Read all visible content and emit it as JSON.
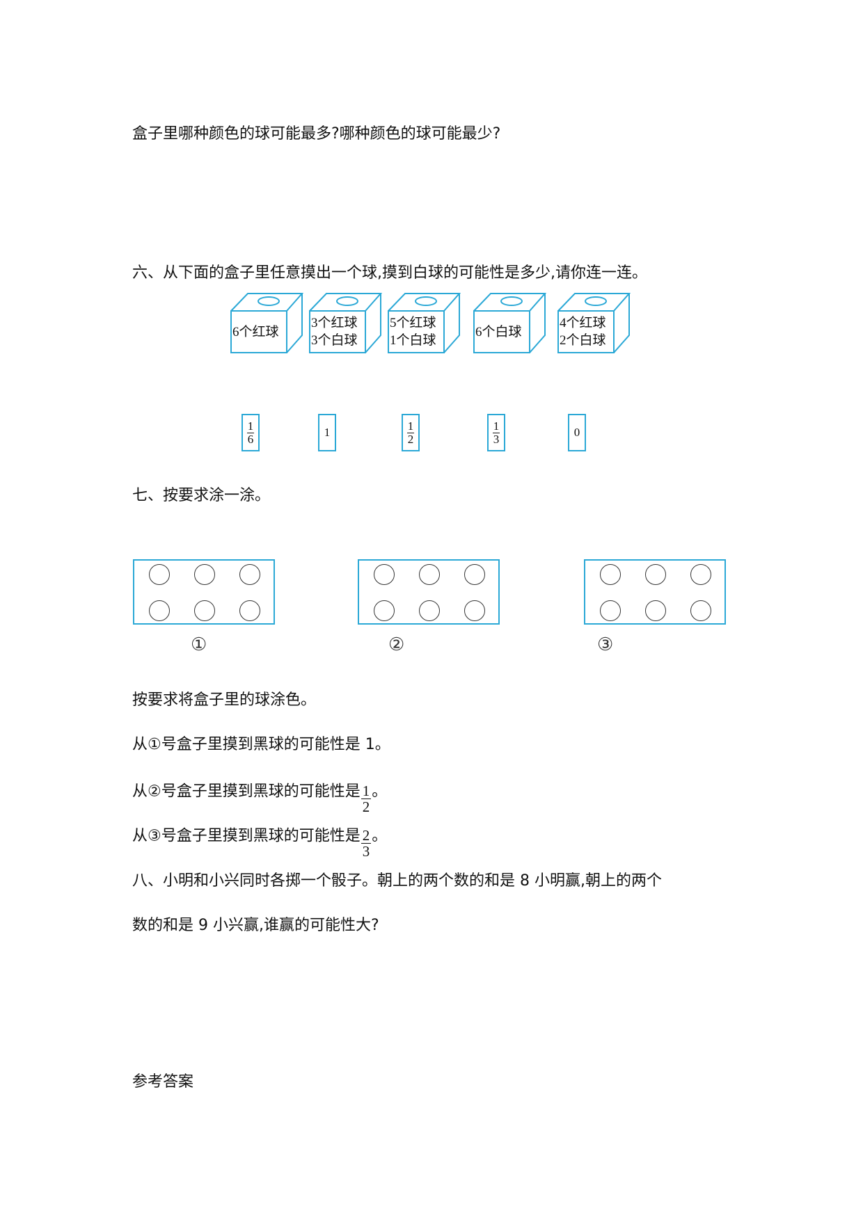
{
  "question_intro": "盒子里哪种颜色的球可能最多?哪种颜色的球可能最少?",
  "section6": {
    "title": "六、从下面的盒子里任意摸出一个球,摸到白球的可能性是多少,请你连一连。",
    "boxes": [
      {
        "lines": [
          "6个红球"
        ]
      },
      {
        "lines": [
          "3个红球",
          "3个白球"
        ]
      },
      {
        "lines": [
          "5个红球",
          "1个白球"
        ]
      },
      {
        "lines": [
          "6个白球"
        ]
      },
      {
        "lines": [
          "4个红球",
          "2个白球"
        ]
      }
    ],
    "options": [
      {
        "num": "1",
        "den": "6"
      },
      {
        "value": "1"
      },
      {
        "num": "1",
        "den": "2"
      },
      {
        "num": "1",
        "den": "3"
      },
      {
        "value": "0"
      }
    ]
  },
  "section7": {
    "title": "七、按要求涂一涂。",
    "box_labels": [
      "①",
      "②",
      "③"
    ],
    "balls_per_box": 6,
    "instruction": "按要求将盒子里的球涂色。",
    "req1_text": "从①号盒子里摸到黑球的可能性是 1。",
    "req2_prefix": "从②号盒子里摸到黑球的可能性是",
    "req2_num": "1",
    "req2_den": "2",
    "req2_suffix": "。",
    "req3_prefix": "从③号盒子里摸到黑球的可能性是",
    "req3_num": "2",
    "req3_den": "3",
    "req3_suffix": "。"
  },
  "section8": {
    "line1": "八、小明和小兴同时各掷一个骰子。朝上的两个数的和是 8 小明赢,朝上的两个",
    "line2": "数的和是 9 小兴赢,谁赢的可能性大?"
  },
  "answers_heading": "参考答案",
  "colors": {
    "accent": "#2aa8d6",
    "text": "#111111"
  }
}
